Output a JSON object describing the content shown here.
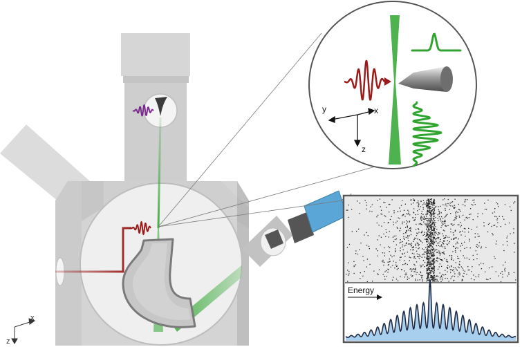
{
  "inset_axes": {
    "x": "x",
    "y": "y",
    "z": "z"
  },
  "corner_axes": {
    "x": "x",
    "z": "z"
  },
  "spectrum": {
    "label": "Energy"
  },
  "colors": {
    "chamber": "#cfcfcf",
    "chamber_dark": "#b9b9b9",
    "window": "#f2f2f2",
    "laser_red": "#9b1b1b",
    "laser_purple": "#7a2a8f",
    "electron_green": "#2fa52f",
    "detector_blue": "#5aa6d6",
    "spectrum_fill": "#a9cfee",
    "spectrum_line": "#1f2a44"
  }
}
